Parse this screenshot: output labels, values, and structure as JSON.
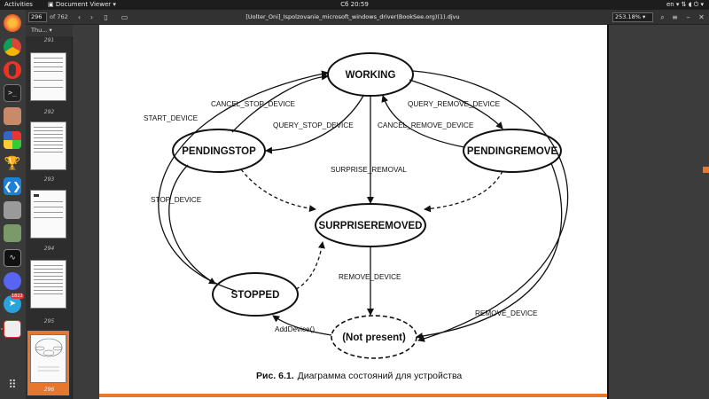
{
  "topbar": {
    "activities": "Activities",
    "app_name": "Document Viewer",
    "clock": "Сб 20:59",
    "lang": "en"
  },
  "toolbar": {
    "page_current": "296",
    "page_total": "of 762",
    "title": "[Uolter_Oni]_Ispolzovanie_microsoft_windows_driver(BookSee.org)(1).djvu",
    "zoom": "253.18%"
  },
  "sidebar": {
    "header": "Thu...",
    "pages": [
      "291",
      "292",
      "293",
      "294",
      "295",
      "296"
    ],
    "selected_page": "296"
  },
  "dock": {
    "badge": "1822",
    "icons": [
      "firefox-icon",
      "chrome-icon",
      "opera-icon",
      "terminal-icon",
      "files-icon",
      "boxes-icon",
      "trophy-icon",
      "vscode-icon",
      "drive-icon",
      "photos-icon",
      "monitor-icon",
      "discord-icon",
      "telegram-icon",
      "document-viewer-icon",
      "app-grid-icon"
    ]
  },
  "diagram": {
    "states": {
      "working": "WORKING",
      "pendingstop": "PENDINGSTOP",
      "pendingremove": "PENDINGREMOVE",
      "surpriseremoved": "SURPRISEREMOVED",
      "stopped": "STOPPED",
      "not_present": "(Not present)"
    },
    "transitions": {
      "start_device": "START_DEVICE",
      "cancel_stop_device": "CANCEL_STOP_DEVICE",
      "query_stop_device": "QUERY_STOP_DEVICE",
      "query_remove_device": "QUERY_REMOVE_DEVICE",
      "cancel_remove_device": "CANCEL_REMOVE_DEVICE",
      "surprise_removal": "SURPRISE_REMOVAL",
      "stop_device": "STOP_DEVICE",
      "remove_device_center": "REMOVE_DEVICE",
      "remove_device_right": "REMOVE_DEVICE",
      "add_device": "AddDevice()"
    },
    "caption_bold": "Рис. 6.1.",
    "caption_text": "Диаграмма состояний для устройства"
  }
}
